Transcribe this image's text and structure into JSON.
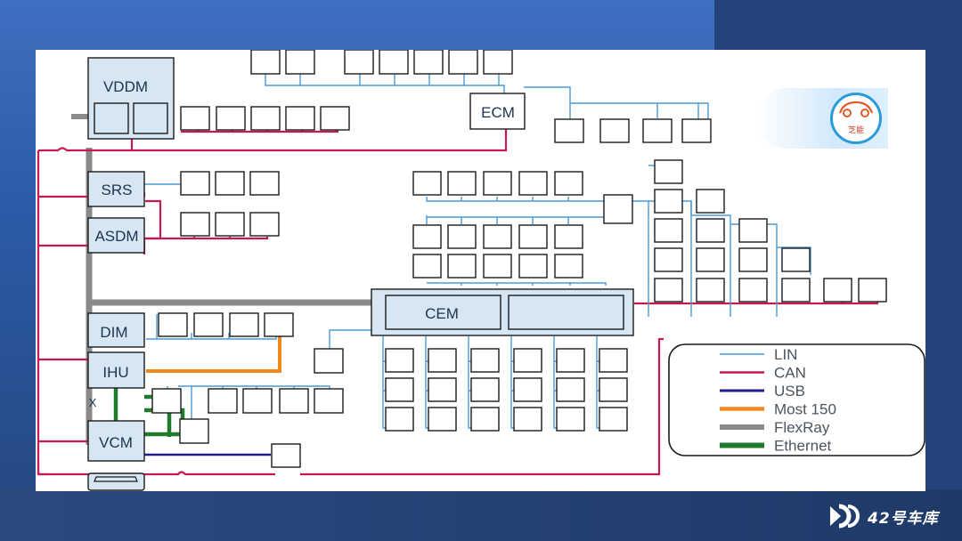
{
  "diagram": {
    "nodes": {
      "vddm": "VDDM",
      "ecm": "ECM",
      "srs": "SRS",
      "asdm": "ASDM",
      "cem": "CEM",
      "dim": "DIM",
      "ihu": "IHU",
      "vcm": "VCM",
      "x_mark": "X"
    },
    "legend": [
      {
        "label": "LIN",
        "color": "#4a9ad4"
      },
      {
        "label": "CAN",
        "color": "#c8194f"
      },
      {
        "label": "USB",
        "color": "#1e1e8c"
      },
      {
        "label": "Most 150",
        "color": "#f08a1e"
      },
      {
        "label": "FlexRay",
        "color": "#8a8a8a"
      },
      {
        "label": "Ethernet",
        "color": "#1f7a2e"
      }
    ]
  },
  "logo": {
    "text": "芝能"
  },
  "brand": {
    "name": "42号车库"
  }
}
